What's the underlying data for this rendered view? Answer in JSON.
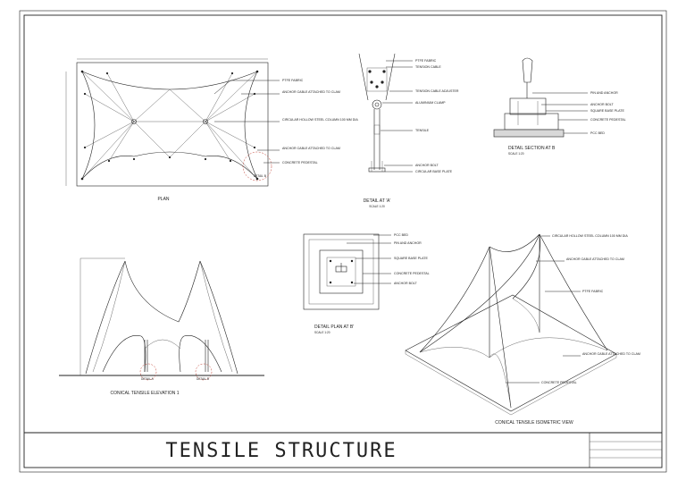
{
  "sheet": {
    "title": "TENSILE STRUCTURE",
    "title_block_rows": [
      "",
      "",
      "",
      ""
    ]
  },
  "plan": {
    "caption": "PLAN",
    "detail_marker": "DETAIL B",
    "callouts": [
      "PTFE FABRIC",
      "ANCHOR CABLE ATTACHED TO CLAM",
      "CIRCULAR HOLLOW STEEL COLUMN 100 MM DIA",
      "ANCHOR CABLE ATTACHED TO CLAM",
      "CONCRETE PEDESTAL"
    ]
  },
  "detail_a": {
    "caption": "DETAIL AT 'A'",
    "scale": "SCALE 1:20",
    "callouts": [
      "PTFE FABRIC",
      "TENSION CABLE",
      "TENSION CABLE ADJUSTER",
      "ALUMINIUM CLAMP",
      "TENSILE",
      "ANCHOR BOLT",
      "CIRCULAR BASE PLATE"
    ]
  },
  "detail_section_b": {
    "caption": "DETAIL SECTION AT B",
    "scale": "SCALE 1:20",
    "callouts": [
      "PIN AND ANCHOR",
      "ANCHOR BOLT",
      "SQUARE BASE PLATE",
      "CONCRETE PEDESTAL",
      "PCC BED"
    ]
  },
  "detail_plan_b": {
    "caption": "DETAIL PLAN AT B'",
    "scale": "SCALE 1:20",
    "callouts": [
      "PCC BED",
      "PIN AND ANCHOR",
      "SQUARE BASE PLATE",
      "CONCRETE PEDESTAL",
      "ANCHOR BOLT"
    ]
  },
  "elevation": {
    "caption": "CONICAL TENSILE ELEVATION 1",
    "detail_markers": [
      "DETAIL A",
      "DETAIL B"
    ]
  },
  "isometric": {
    "caption": "CONICAL TENSILE ISOMETRIC VIEW",
    "callouts": [
      "CIRCULAR HOLLOW STEEL COLUMN 100 MM DIA",
      "ANCHOR CABLE ATTACHED TO CLAM",
      "PTFE FABRIC",
      "ANCHOR CABLE ATTACHED TO CLAM",
      "CONCRETE PEDESTAL"
    ]
  }
}
